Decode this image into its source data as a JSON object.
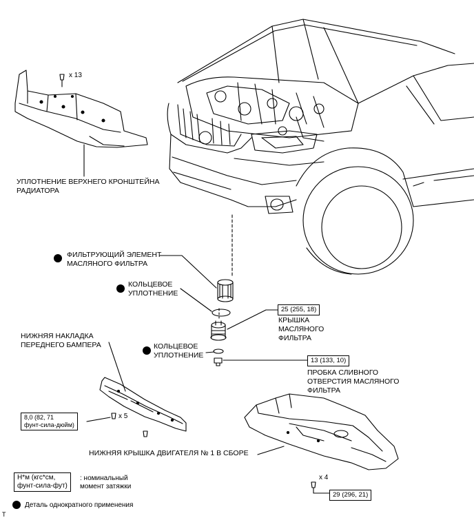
{
  "labels": {
    "radiator_seal": [
      "УПЛОТНЕНИЕ ВЕРХНЕГО КРОНШТЕЙНА",
      "РАДИАТОРА"
    ],
    "oil_filter_element": [
      "ФИЛЬТРУЮЩИЙ ЭЛЕМЕНТ",
      "МАСЛЯНОГО ФИЛЬТРА"
    ],
    "o_ring_upper": [
      "КОЛЬЦЕВОЕ",
      "УПЛОТНЕНИЕ"
    ],
    "oil_filter_cap": [
      "КРЫШКА",
      "МАСЛЯНОГО",
      "ФИЛЬТРА"
    ],
    "bumper_cover": [
      "НИЖНЯЯ НАКЛАДКА",
      "ПЕРЕДНЕГО БАМПЕРА"
    ],
    "o_ring_lower": [
      "КОЛЬЦЕВОЕ",
      "УПЛОТНЕНИЕ"
    ],
    "drain_plug": [
      "ПРОБКА СЛИВНОГО",
      "ОТВЕРСТИЯ МАСЛЯНОГО",
      "ФИЛЬТРА"
    ],
    "engine_cover": "НИЖНЯЯ КРЫШКА ДВИГАТЕЛЯ № 1 В СБОРЕ"
  },
  "quantities": {
    "top_clips": "x 13",
    "bumper_bolts": "x 5",
    "engine_bolts": "x 4"
  },
  "torque": {
    "oil_filter_cap": "25 (255, 18)",
    "drain_plug": "13 (133, 10)",
    "bumper_bolt": [
      "8,0 (82, 71",
      "фунт-сила-дюйм)"
    ],
    "engine_cover_bolt": "29 (296, 21)"
  },
  "legend": {
    "unit_box": [
      "Н*м (кгс*см,",
      "фунт-сила-фут)"
    ],
    "unit_desc": [
      ": номинальный",
      "момент затяжки"
    ],
    "non_reusable": "Деталь однократного применения"
  },
  "corner_mark": "T"
}
